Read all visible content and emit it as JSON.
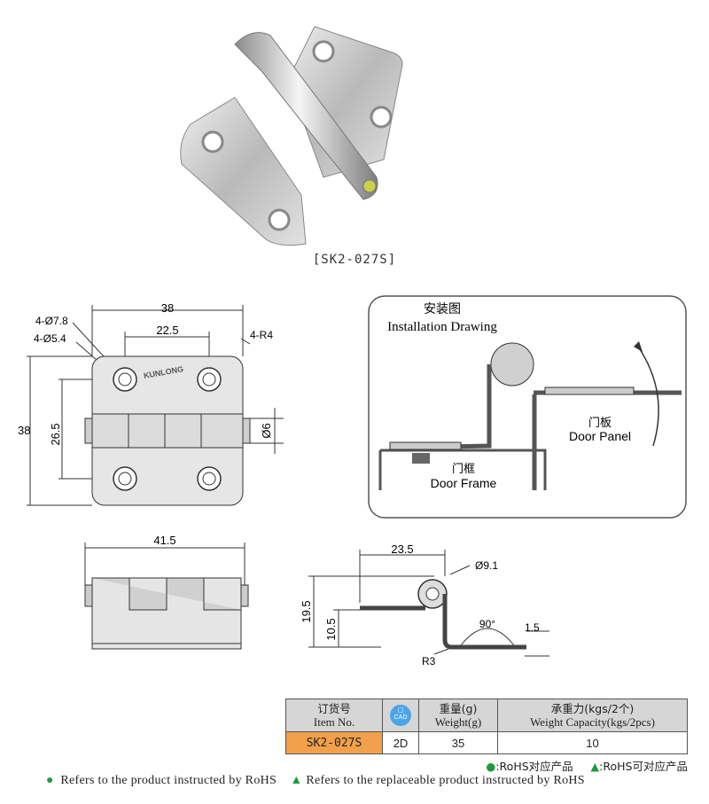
{
  "product": {
    "model_label": "[SK2-027S]"
  },
  "front_view": {
    "dim_width": "38",
    "dim_hole_spacing": "22.5",
    "dim_hole_large": "4-Ø7.8",
    "dim_hole_small": "4-Ø5.4",
    "dim_radius": "4-R4",
    "dim_height": "38",
    "dim_inner_height": "26.5",
    "dim_pin": "Ø6",
    "brand_mark": "KUNLONG"
  },
  "installation": {
    "title_cn": "安装图",
    "title_en": "Installation Drawing",
    "panel_cn": "门板",
    "panel_en": "Door Panel",
    "frame_cn": "门框",
    "frame_en": "Door Frame"
  },
  "bottom_view": {
    "dim_total": "41.5"
  },
  "side_view": {
    "dim_length": "23.5",
    "dim_knuckle": "Ø9.1",
    "dim_height": "19.5",
    "dim_lower": "10.5",
    "dim_angle": "90°",
    "dim_thickness": "1.5",
    "dim_bend": "R3"
  },
  "table": {
    "headers": {
      "item_cn": "订货号",
      "item_en": "Item No.",
      "cad": "CAD",
      "weight_cn": "重量(g)",
      "weight_en": "Weight(g)",
      "capacity_cn": "承重力(kgs/2个)",
      "capacity_en": "Weight Capacity(kgs/2pcs)"
    },
    "row": {
      "item": "SK2-027S",
      "cad": "2D",
      "weight": "35",
      "capacity": "10"
    }
  },
  "legend": {
    "rohs_cn_dot": "●",
    "rohs_cn_1": ":RoHS对应产品",
    "rohs_cn_tri": "▲",
    "rohs_cn_2": ":RoHS可对应产品",
    "rohs_en_dot": "●",
    "rohs_en_1": "Refers to the product instructed by RoHS",
    "rohs_en_tri": "▲",
    "rohs_en_2": "Refers to the replaceable product instructed by RoHS"
  },
  "colors": {
    "orange": "#f2a04a",
    "green": "#1f9a3a",
    "cad_blue": "#4aa6e8",
    "header_grey": "#d6d6d6"
  }
}
